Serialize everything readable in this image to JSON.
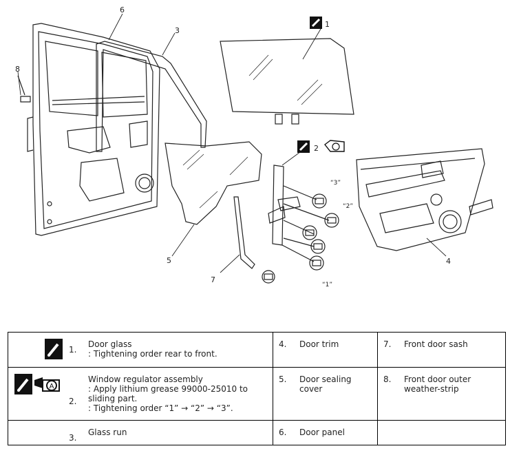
{
  "callouts": [
    "1",
    "2",
    "3",
    "4",
    "5",
    "6",
    "7",
    "8"
  ],
  "order_marks": [
    "“3”",
    "“2”",
    "“1”"
  ],
  "icons": {
    "tighten": "wrench-torque-icon",
    "grease": "grease-gun-a-icon",
    "grease_letter": "A"
  },
  "legend": {
    "rows": [
      [
        {
          "num": "1.",
          "icons": [
            "tighten"
          ],
          "lines": [
            "Door glass",
            ": Tightening order rear to front."
          ]
        },
        {
          "num": "4.",
          "lines": [
            "Door trim"
          ]
        },
        {
          "num": "7.",
          "lines": [
            "Front door sash"
          ]
        }
      ],
      [
        {
          "num": "2.",
          "icons": [
            "tighten",
            "grease"
          ],
          "lines": [
            "Window regulator assembly",
            ": Apply lithium grease 99000-25010 to",
            "sliding part.",
            ": Tightening order “1” → “2” → “3”."
          ]
        },
        {
          "num": "5.",
          "lines": [
            "Door sealing",
            "cover"
          ]
        },
        {
          "num": "8.",
          "lines": [
            "Front door outer",
            "weather-strip"
          ]
        }
      ],
      [
        {
          "num": "3.",
          "lines": [
            "Glass run"
          ]
        },
        {
          "num": "6.",
          "lines": [
            "Door panel"
          ]
        },
        {
          "num": "",
          "lines": []
        }
      ]
    ]
  }
}
